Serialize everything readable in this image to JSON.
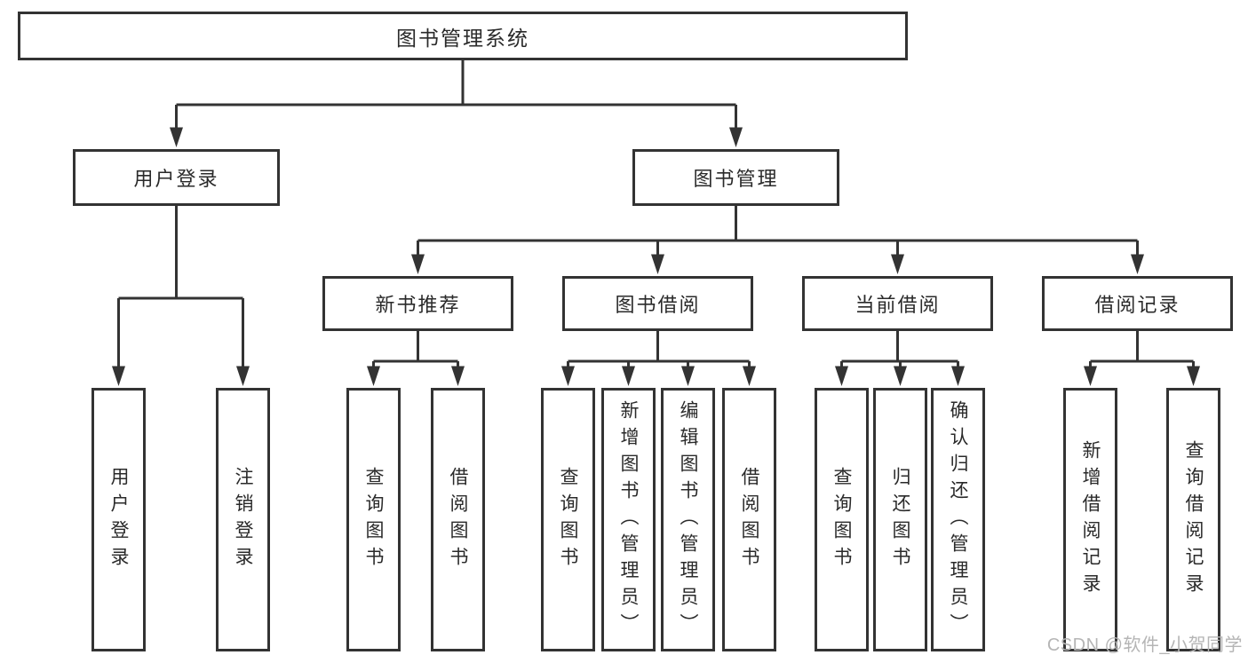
{
  "colors": {
    "line": "#333333",
    "box_border": "#333333",
    "text": "#2a2a2a",
    "background": "#ffffff",
    "watermark": "#b5b5b5"
  },
  "watermark": {
    "text": "CSDN @软件_小贺同学"
  },
  "tree": {
    "root": {
      "label": "图书管理系统",
      "children": [
        {
          "label": "用户登录",
          "children": [
            {
              "label": "用户登录"
            },
            {
              "label": "注销登录"
            }
          ]
        },
        {
          "label": "图书管理",
          "children": [
            {
              "label": "新书推荐",
              "children": [
                {
                  "label": "查询图书"
                },
                {
                  "label": "借阅图书"
                }
              ]
            },
            {
              "label": "图书借阅",
              "children": [
                {
                  "label": "查询图书"
                },
                {
                  "label": "新增图书（管理员）"
                },
                {
                  "label": "编辑图书（管理员）"
                },
                {
                  "label": "借阅图书"
                }
              ]
            },
            {
              "label": "当前借阅",
              "children": [
                {
                  "label": "查询图书"
                },
                {
                  "label": "归还图书"
                },
                {
                  "label": "确认归还（管理员）"
                }
              ]
            },
            {
              "label": "借阅记录",
              "children": [
                {
                  "label": "新增借阅记录"
                },
                {
                  "label": "查询借阅记录"
                }
              ]
            }
          ]
        }
      ]
    }
  }
}
